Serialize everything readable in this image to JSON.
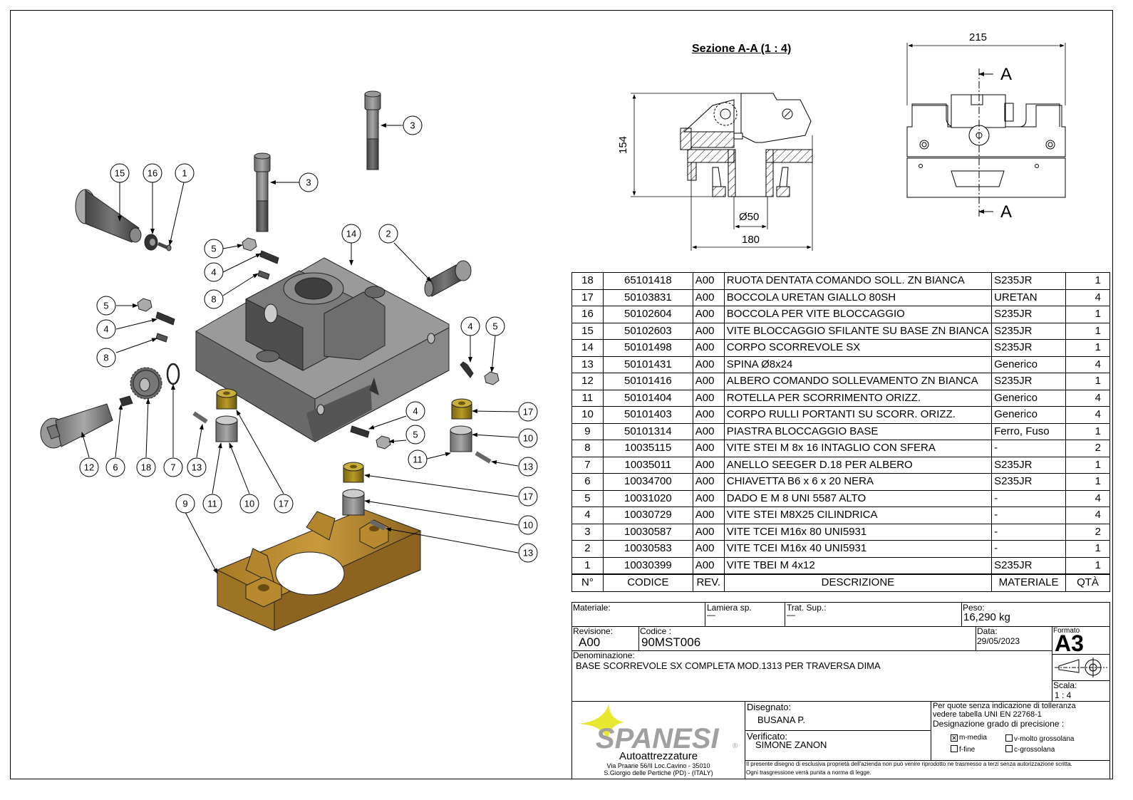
{
  "section_view": {
    "title": "Sezione A-A (1 : 4)",
    "dim_height": "154",
    "dim_width": "180",
    "dim_diameter": "Ø50"
  },
  "front_view": {
    "dim_width": "215",
    "section_label_top": "A",
    "section_label_bottom": "A"
  },
  "balloons": [
    "15",
    "16",
    "1",
    "3",
    "3",
    "5",
    "4",
    "8",
    "14",
    "2",
    "5",
    "4",
    "8",
    "4",
    "5",
    "4",
    "5",
    "17",
    "10",
    "11",
    "13",
    "12",
    "6",
    "18",
    "7",
    "13",
    "11",
    "10",
    "17",
    "9",
    "17",
    "10",
    "13"
  ],
  "bom": {
    "rows": [
      {
        "n": "18",
        "codice": "65101418",
        "rev": "A00",
        "descrizione": "RUOTA DENTATA COMANDO SOLL. ZN BIANCA",
        "materiale": "S235JR",
        "qta": "1"
      },
      {
        "n": "17",
        "codice": "50103831",
        "rev": "A00",
        "descrizione": "BOCCOLA URETAN GIALLO 80SH",
        "materiale": "URETAN",
        "qta": "4"
      },
      {
        "n": "16",
        "codice": "50102604",
        "rev": "A00",
        "descrizione": "BOCCOLA PER VITE BLOCCAGGIO",
        "materiale": "S235JR",
        "qta": "1"
      },
      {
        "n": "15",
        "codice": "50102603",
        "rev": "A00",
        "descrizione": "VITE BLOCCAGGIO SFILANTE SU BASE ZN BIANCA",
        "materiale": "S235JR",
        "qta": "1"
      },
      {
        "n": "14",
        "codice": "50101498",
        "rev": "A00",
        "descrizione": "CORPO SCORREVOLE SX",
        "materiale": "S235JR",
        "qta": "1"
      },
      {
        "n": "13",
        "codice": "50101431",
        "rev": "A00",
        "descrizione": "SPINA Ø8x24",
        "materiale": "Generico",
        "qta": "4"
      },
      {
        "n": "12",
        "codice": "50101416",
        "rev": "A00",
        "descrizione": "ALBERO COMANDO SOLLEVAMENTO ZN BIANCA",
        "materiale": "S235JR",
        "qta": "1"
      },
      {
        "n": "11",
        "codice": "50101404",
        "rev": "A00",
        "descrizione": "ROTELLA PER SCORRIMENTO ORIZZ.",
        "materiale": "Generico",
        "qta": "4"
      },
      {
        "n": "10",
        "codice": "50101403",
        "rev": "A00",
        "descrizione": "CORPO RULLI PORTANTI SU SCORR. ORIZZ.",
        "materiale": "Generico",
        "qta": "4"
      },
      {
        "n": "9",
        "codice": "50101314",
        "rev": "A00",
        "descrizione": "PIASTRA BLOCCAGGIO BASE",
        "materiale": "Ferro, Fuso",
        "qta": "1"
      },
      {
        "n": "8",
        "codice": "10035115",
        "rev": "A00",
        "descrizione": "VITE STEI M 8x 16 INTAGLIO CON SFERA",
        "materiale": "-",
        "qta": "2"
      },
      {
        "n": "7",
        "codice": "10035011",
        "rev": "A00",
        "descrizione": "ANELLO SEEGER D.18 PER ALBERO",
        "materiale": "S235JR",
        "qta": "1"
      },
      {
        "n": "6",
        "codice": "10034700",
        "rev": "A00",
        "descrizione": "CHIAVETTA B6 x 6 x 20  NERA",
        "materiale": "S235JR",
        "qta": "1"
      },
      {
        "n": "5",
        "codice": "10031020",
        "rev": "A00",
        "descrizione": "DADO E M 8 UNI 5587 ALTO",
        "materiale": "-",
        "qta": "4"
      },
      {
        "n": "4",
        "codice": "10030729",
        "rev": "A00",
        "descrizione": "VITE STEI M8X25 CILINDRICA",
        "materiale": "-",
        "qta": "4"
      },
      {
        "n": "3",
        "codice": "10030587",
        "rev": "A00",
        "descrizione": "VITE TCEI M16x 80 UNI5931",
        "materiale": "-",
        "qta": "2"
      },
      {
        "n": "2",
        "codice": "10030583",
        "rev": "A00",
        "descrizione": "VITE TCEI M16x 40 UNI5931",
        "materiale": "-",
        "qta": "1"
      },
      {
        "n": "1",
        "codice": "10030399",
        "rev": "A00",
        "descrizione": "VITE TBEI M 4x12",
        "materiale": "S235JR",
        "qta": "1"
      }
    ],
    "headers": {
      "n": "N°",
      "codice": "CODICE",
      "rev": "REV.",
      "descrizione": "DESCRIZIONE",
      "materiale": "MATERIALE",
      "qta": "QTÀ"
    }
  },
  "title_block": {
    "materiale_label": "Materiale:",
    "lamiera_label": "Lamiera sp.",
    "lamiera_value": "—",
    "trat_label": "Trat. Sup.:",
    "trat_value": "—",
    "peso_label": "Peso:",
    "peso_value": "16,290 kg",
    "revisione_label": "Revisione:",
    "revisione_value": "A00",
    "codice_label": "Codice :",
    "codice_value": "90MST006",
    "data_label": "Data:",
    "data_value": "29/05/2023",
    "formato_label": "Formato",
    "formato_value": "A3",
    "denominazione_label": "Denominazione:",
    "denominazione_value": "BASE SCORREVOLE SX COMPLETA MOD.1313 PER TRAVERSA DIMA",
    "scala_label": "Scala:",
    "scala_value": "1 : 4",
    "disegnato_label": "Disegnato:",
    "disegnato_value": "BUSANA P.",
    "verificato_label": "Verificato:",
    "verificato_value": "SIMONE ZANON",
    "tolerance_line1": "Per quote senza indicazione di tolleranza",
    "tolerance_line2": "vedere tabella UNI EN 22768-1",
    "tolerance_line3": "Designazione grado di precisione :",
    "precision_options": [
      {
        "label": "m-media",
        "checked": true
      },
      {
        "label": "v-molto grossolana",
        "checked": false
      },
      {
        "label": "f-fine",
        "checked": false
      },
      {
        "label": "c-grossolana",
        "checked": false
      }
    ],
    "disclaimer_line1": "Il presente disegno di esclusiva proprietà dell'azienda non può venire riprodotto ne trasmesso a terzi senza autorizzazione scritta.",
    "disclaimer_line2": "Ogni trasgressione verrà punita a norma di legge."
  },
  "company": {
    "name": "SPANESI",
    "registered": "®",
    "subtitle": "Autoattrezzature",
    "address1": "Via Praarie 56/II  Loc.Cavino - 35010",
    "address2": "S.Giorgio delle Pertiche (PD) - (ITALY)",
    "logo_star_color": "#e8e830",
    "logo_text_color": "#a0a0a0"
  },
  "colors": {
    "steel": "#8c8c8c",
    "steel_dark": "#5a5a5a",
    "bronze": "#b8892e",
    "bronze_dark": "#8c6420",
    "urethane": "#a88a1c"
  }
}
